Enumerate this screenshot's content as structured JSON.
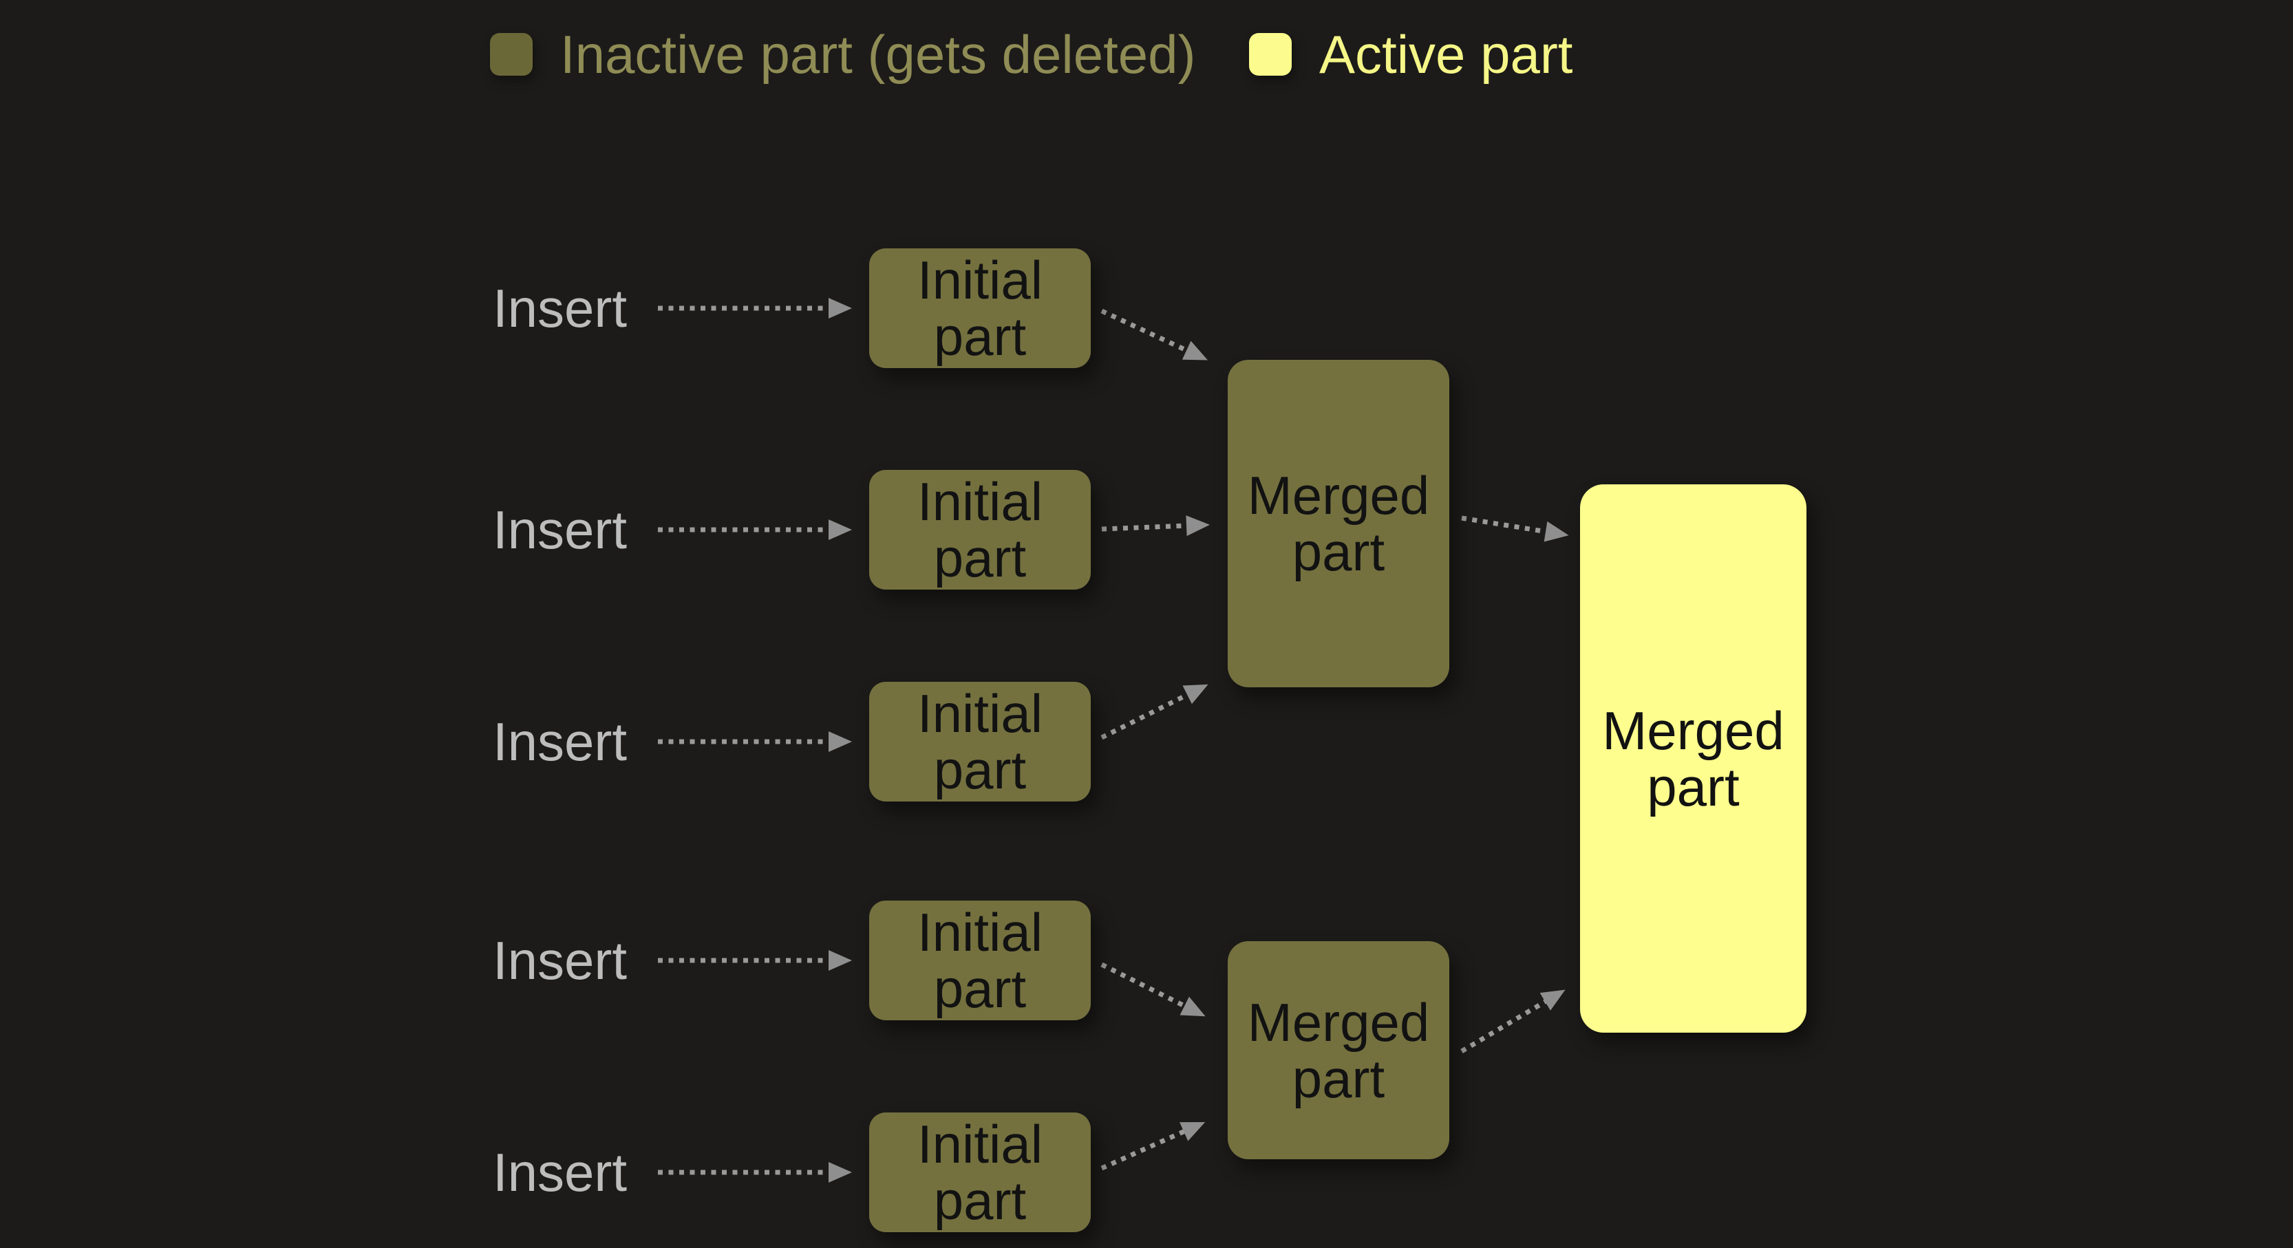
{
  "legend": {
    "items": [
      {
        "id": "inactive",
        "label": "Inactive part (gets deleted)"
      },
      {
        "id": "active",
        "label": "Active part"
      }
    ]
  },
  "diagram": {
    "insert_labels": [
      "Insert",
      "Insert",
      "Insert",
      "Insert",
      "Insert"
    ],
    "nodes": [
      {
        "id": "initial-1",
        "label": "Initial part",
        "state": "inactive"
      },
      {
        "id": "initial-2",
        "label": "Initial part",
        "state": "inactive"
      },
      {
        "id": "initial-3",
        "label": "Initial part",
        "state": "inactive"
      },
      {
        "id": "initial-4",
        "label": "Initial part",
        "state": "inactive"
      },
      {
        "id": "initial-5",
        "label": "Initial part",
        "state": "inactive"
      },
      {
        "id": "merged-1",
        "label": "Merged part",
        "state": "inactive"
      },
      {
        "id": "merged-2",
        "label": "Merged part",
        "state": "inactive"
      },
      {
        "id": "merged-final",
        "label": "Merged part",
        "state": "active"
      }
    ],
    "edges": [
      {
        "from": "insert-1",
        "to": "initial-1"
      },
      {
        "from": "insert-2",
        "to": "initial-2"
      },
      {
        "from": "insert-3",
        "to": "initial-3"
      },
      {
        "from": "insert-4",
        "to": "initial-4"
      },
      {
        "from": "insert-5",
        "to": "initial-5"
      },
      {
        "from": "initial-1",
        "to": "merged-1"
      },
      {
        "from": "initial-2",
        "to": "merged-1"
      },
      {
        "from": "initial-3",
        "to": "merged-1"
      },
      {
        "from": "initial-4",
        "to": "merged-2"
      },
      {
        "from": "initial-5",
        "to": "merged-2"
      },
      {
        "from": "merged-1",
        "to": "merged-final"
      },
      {
        "from": "merged-2",
        "to": "merged-final"
      }
    ]
  },
  "colors": {
    "background": "#1c1b19",
    "node_inactive_fill": "#74713f",
    "node_active_fill": "#fdfe8e",
    "node_text": "#121212",
    "insert_text": "#bdbdbd",
    "legend_inactive_swatch": "#6b6838",
    "legend_active_swatch": "#fbfc8d",
    "legend_inactive_text": "#8f8c55",
    "legend_active_text": "#f5f687",
    "arrow_line": "#9a9a9a",
    "arrow_head": "#8f8f8f"
  }
}
